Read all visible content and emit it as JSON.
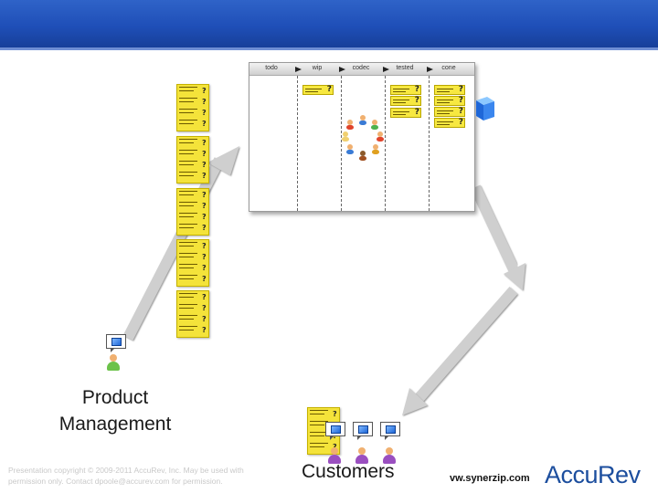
{
  "board": {
    "columns": [
      "todo",
      "wip",
      "codec",
      "tested",
      "cone"
    ],
    "card_mark": "?"
  },
  "labels": {
    "product_management": "Product Management",
    "customers": "Customers"
  },
  "footer": {
    "copyright": "Presentation copyright © 2009-2011 AccuRev, Inc. May be used with permission only. Contact dpoole@accurev.com for permission.",
    "website": "vw.synerzip.com",
    "logo": "AccuRev"
  },
  "colors": {
    "header_blue": "#1f4fb8",
    "card_yellow": "#f7e840",
    "arrow_gray": "#cfcfcf",
    "logo_blue": "#1c4e9e"
  },
  "icons": [
    "speech-bubble-icon",
    "person-icon",
    "blue-cube-icon",
    "arrow-icon"
  ]
}
